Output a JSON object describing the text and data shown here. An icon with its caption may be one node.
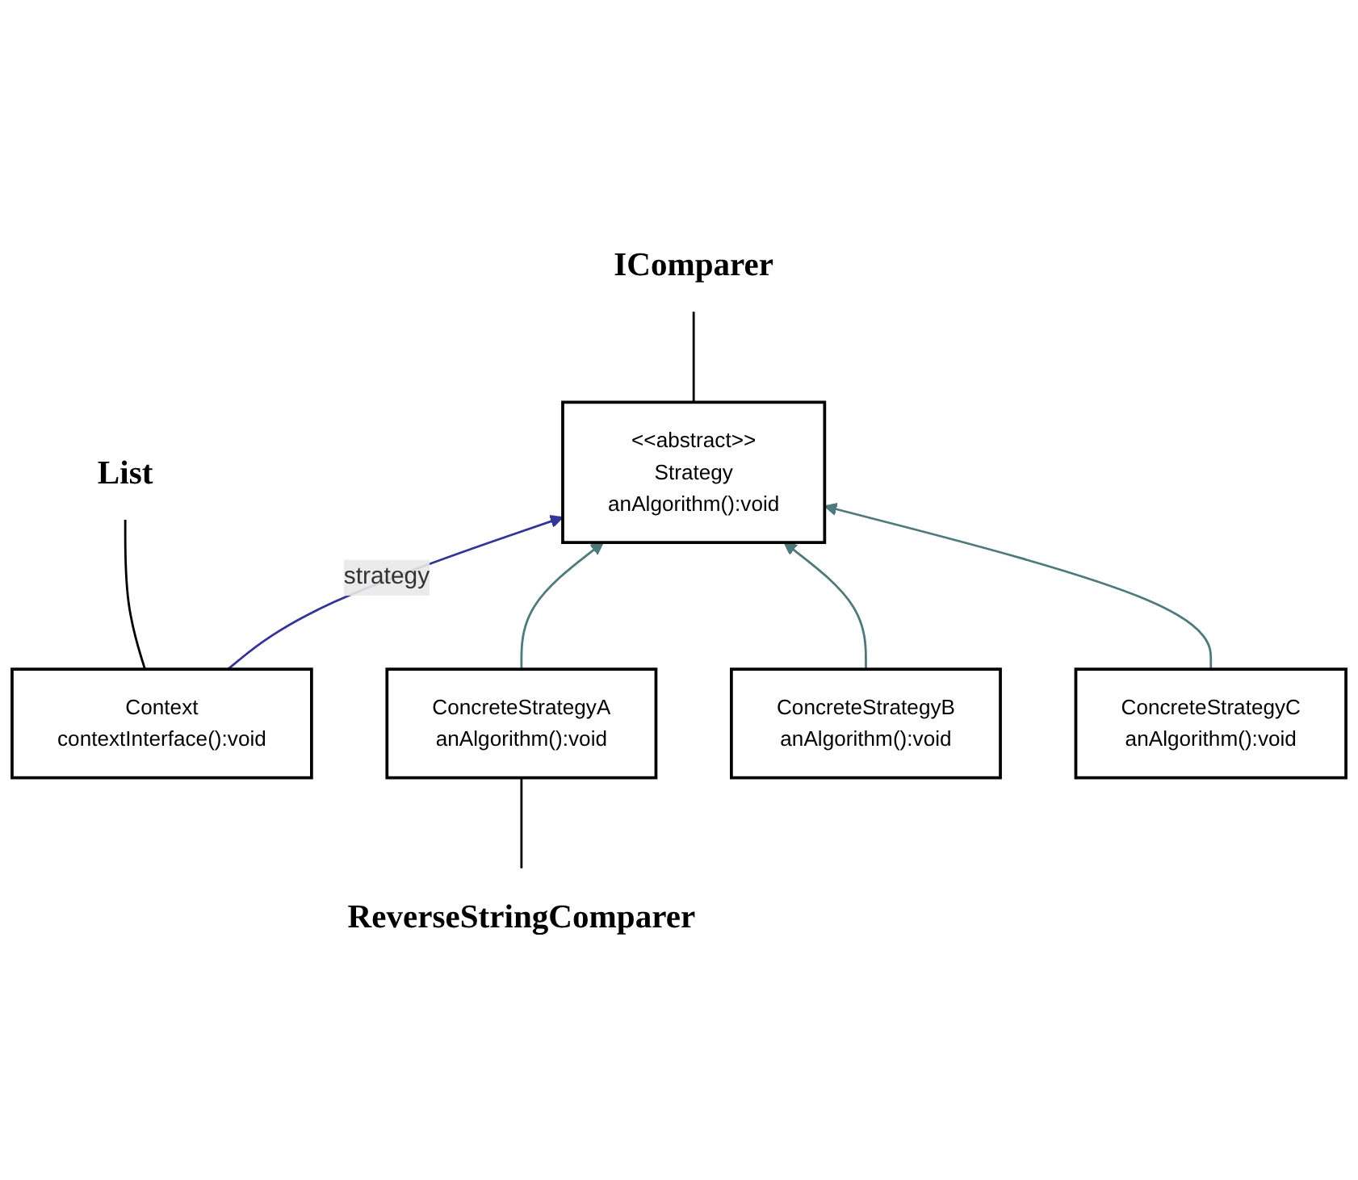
{
  "diagram": {
    "nodes": [
      {
        "text": [
          "List"
        ]
      },
      {
        "text": [
          "Context",
          "contextInterface():void"
        ]
      },
      {
        "text": [
          "IComparer"
        ]
      },
      {
        "text": [
          "<<abstract>>",
          "Strategy",
          "anAlgorithm():void"
        ]
      },
      {
        "text": [
          "ConcreteStrategyA",
          "anAlgorithm():void"
        ]
      },
      {
        "text": [
          "ConcreteStrategyB",
          "anAlgorithm():void"
        ]
      },
      {
        "text": [
          "ConcreteStrategyC",
          "anAlgorithm():void"
        ]
      },
      {
        "text": [
          "ReverseStringComparer"
        ]
      }
    ],
    "edges": [
      {
        "from": 0,
        "to": 1,
        "arrow": "none",
        "color": "#000000"
      },
      {
        "from": 2,
        "to": 3,
        "arrow": "none",
        "color": "#000000"
      },
      {
        "from": 1,
        "to": 3,
        "arrow": "to",
        "label": "strategy",
        "color": "#333399"
      },
      {
        "from": 4,
        "to": 3,
        "arrow": "to",
        "color": "#4d7a7a"
      },
      {
        "from": 5,
        "to": 3,
        "arrow": "to",
        "color": "#4d7a7a"
      },
      {
        "from": 6,
        "to": 3,
        "arrow": "to",
        "color": "#4d7a7a"
      },
      {
        "from": 7,
        "to": 4,
        "arrow": "none",
        "color": "#000000"
      }
    ]
  }
}
